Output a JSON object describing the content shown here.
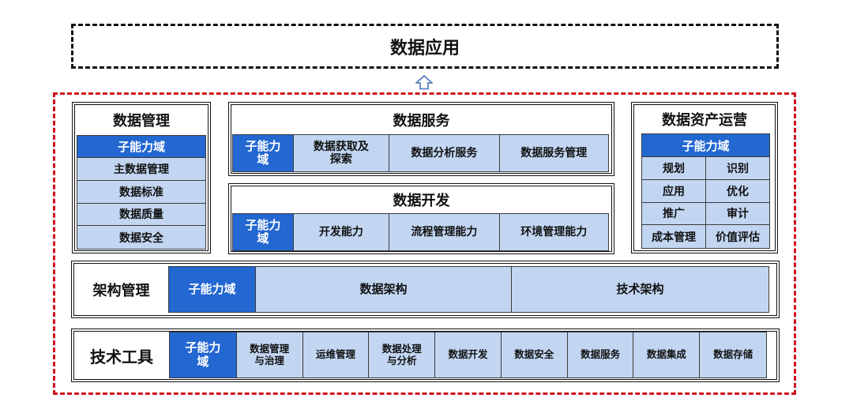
{
  "colors": {
    "accent": "#2367d1",
    "cell": "#c2d6f2",
    "red_frame": "#d0121b"
  },
  "data_application": {
    "title": "数据应用",
    "arrow_icon": "up-arrow-icon"
  },
  "data_management": {
    "title": "数据管理",
    "header": "子能力域",
    "items": [
      "主数据管理",
      "数据标准",
      "数据质量",
      "数据安全"
    ]
  },
  "data_service": {
    "title": "数据服务",
    "header": "子能力域",
    "items": [
      "数据获取及探索",
      "数据分析服务",
      "数据服务管理"
    ]
  },
  "data_development": {
    "title": "数据开发",
    "header": "子能力域",
    "items": [
      "开发能力",
      "流程管理能力",
      "环境管理能力"
    ]
  },
  "data_asset_operation": {
    "title": "数据资产运营",
    "header": "子能力域",
    "items": [
      [
        "规划",
        "识别"
      ],
      [
        "应用",
        "优化"
      ],
      [
        "推广",
        "审计"
      ],
      [
        "成本管理",
        "价值评估"
      ]
    ]
  },
  "architecture_management": {
    "title": "架构管理",
    "header": "子能力域",
    "items": [
      "数据架构",
      "技术架构"
    ]
  },
  "technical_tools": {
    "title": "技术工具",
    "header": "子能力域",
    "items": [
      "数据管理与治理",
      "运维管理",
      "数据处理与分析",
      "数据开发",
      "数据安全",
      "数据服务",
      "数据集成",
      "数据存储"
    ]
  }
}
